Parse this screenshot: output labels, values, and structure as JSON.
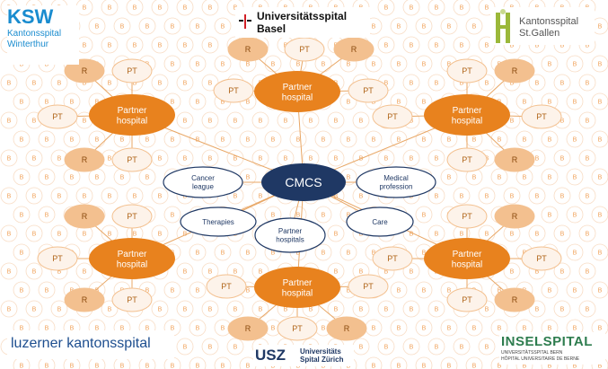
{
  "center_label": "CMCS",
  "topics": {
    "cancer_league": "Cancer league",
    "medical_profession": "Medical profession",
    "therapies": "Therapies",
    "care": "Care",
    "partner_hospitals": "Partner hospitals"
  },
  "partner_hospital_label": "Partner hospital",
  "pt_label": "PT",
  "r_label": "R",
  "b_label": "B",
  "logos": {
    "ksw": {
      "abbr": "KSW",
      "line1": "Kantonsspital",
      "line2": "Winterthur"
    },
    "basel": {
      "line1": "Universitätsspital",
      "line2": "Basel"
    },
    "stgallen": {
      "line1": "Kantonsspital",
      "line2": "St.Gallen"
    },
    "luzern": {
      "text": "luzerner kantonsspital"
    },
    "usz": {
      "abbr": "USZ",
      "line1": "Universitäts",
      "line2": "Spital Zürich"
    },
    "insel": {
      "abbr": "INSELSPITAL",
      "line1": "UNIVERSITÄTSSPITAL BERN",
      "line2": "HÔPITAL UNIVERSITAIRE DE BERNE"
    }
  },
  "colors": {
    "orange": "#e8821e",
    "light_orange": "#f3c08f",
    "pt_fill": "#fdf3ea",
    "navy": "#1f3864",
    "b_text": "#f0a35c",
    "b_ring": "#f8dcc4",
    "line": "#e8a766"
  }
}
